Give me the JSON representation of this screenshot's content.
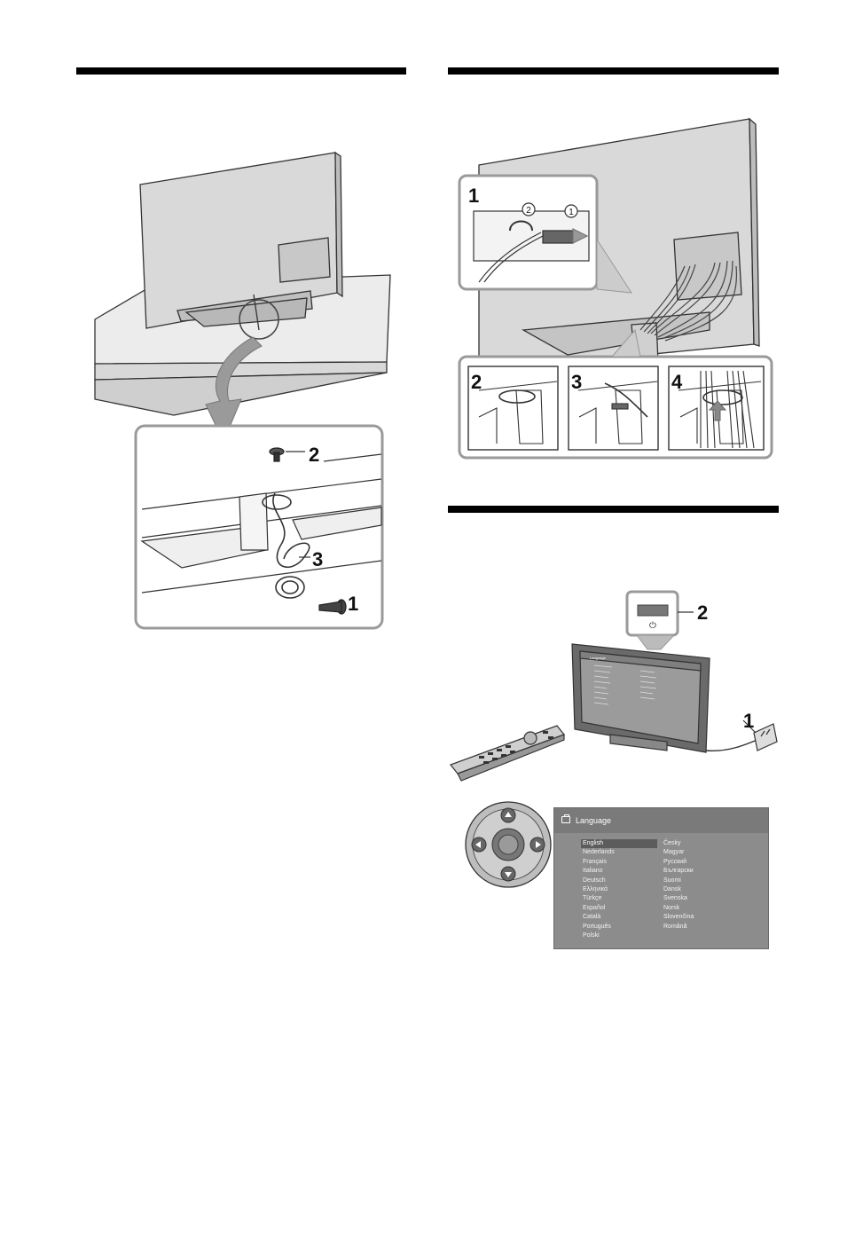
{
  "left_figure": {
    "callouts": [
      "2",
      "3",
      "1"
    ]
  },
  "right_top_figure": {
    "callouts": [
      "1",
      "2",
      "3",
      "4"
    ],
    "circled": [
      "2",
      "1"
    ]
  },
  "right_mid_figure": {
    "callouts": [
      "2",
      "1"
    ],
    "power_symbol": "⏻",
    "tv_screen_title": "Language"
  },
  "language_menu": {
    "title": "Language",
    "selected": "English",
    "column1": [
      "English",
      "Nederlands",
      "Français",
      "Italiano",
      "Deutsch",
      "Ελληνικά",
      "Türkçe",
      "Español",
      "Català",
      "Português",
      "Polski"
    ],
    "column2": [
      "Česky",
      "Magyar",
      "Русский",
      "Български",
      "Suomi",
      "Dansk",
      "Svenska",
      "Norsk",
      "Slovenčina",
      "Română"
    ]
  },
  "icons": [
    "screw-icon",
    "cable-tie-icon",
    "power-plug-icon",
    "remote-control-icon",
    "navigation-pad-icon",
    "toolbox-icon",
    "arrow-down-icon"
  ]
}
